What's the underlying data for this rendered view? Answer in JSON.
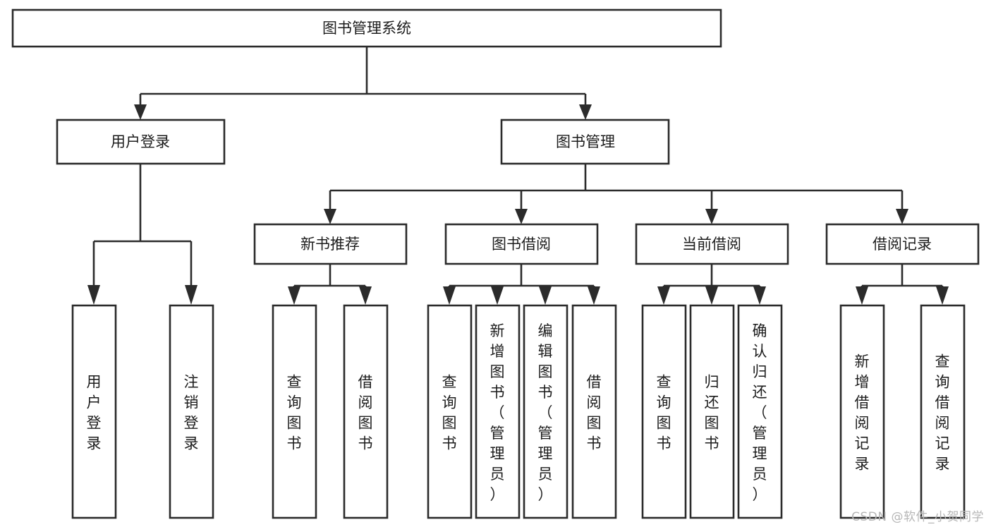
{
  "diagram": {
    "title": "图书管理系统",
    "type": "tree-hierarchy",
    "orientation": "top-down",
    "colors": {
      "box_stroke": "#2b2b2b",
      "box_fill": "#ffffff",
      "text": "#1c1c1c",
      "connector": "#2b2b2b",
      "background": "#ffffff",
      "watermark": "#b6b6b6"
    },
    "root": {
      "label": "图书管理系统"
    },
    "level2": [
      {
        "label": "用户登录"
      },
      {
        "label": "图书管理"
      }
    ],
    "level3": [
      {
        "label": "新书推荐"
      },
      {
        "label": "图书借阅"
      },
      {
        "label": "当前借阅"
      },
      {
        "label": "借阅记录"
      }
    ],
    "leaves": {
      "user_login": [
        {
          "label": "用户登录"
        },
        {
          "label": "注销登录"
        }
      ],
      "new_book_recommend": [
        {
          "label": "查询图书"
        },
        {
          "label": "借阅图书"
        }
      ],
      "book_borrow": [
        {
          "label": "查询图书"
        },
        {
          "label": "新增图书（管理员）"
        },
        {
          "label": "编辑图书（管理员）"
        },
        {
          "label": "借阅图书"
        }
      ],
      "current_borrow": [
        {
          "label": "查询图书"
        },
        {
          "label": "归还图书"
        },
        {
          "label": "确认归还（管理员）"
        }
      ],
      "borrow_record": [
        {
          "label": "新增借阅记录"
        },
        {
          "label": "查询借阅记录"
        }
      ]
    }
  },
  "watermark": {
    "text": "CSDN @软件_小贺同学"
  }
}
